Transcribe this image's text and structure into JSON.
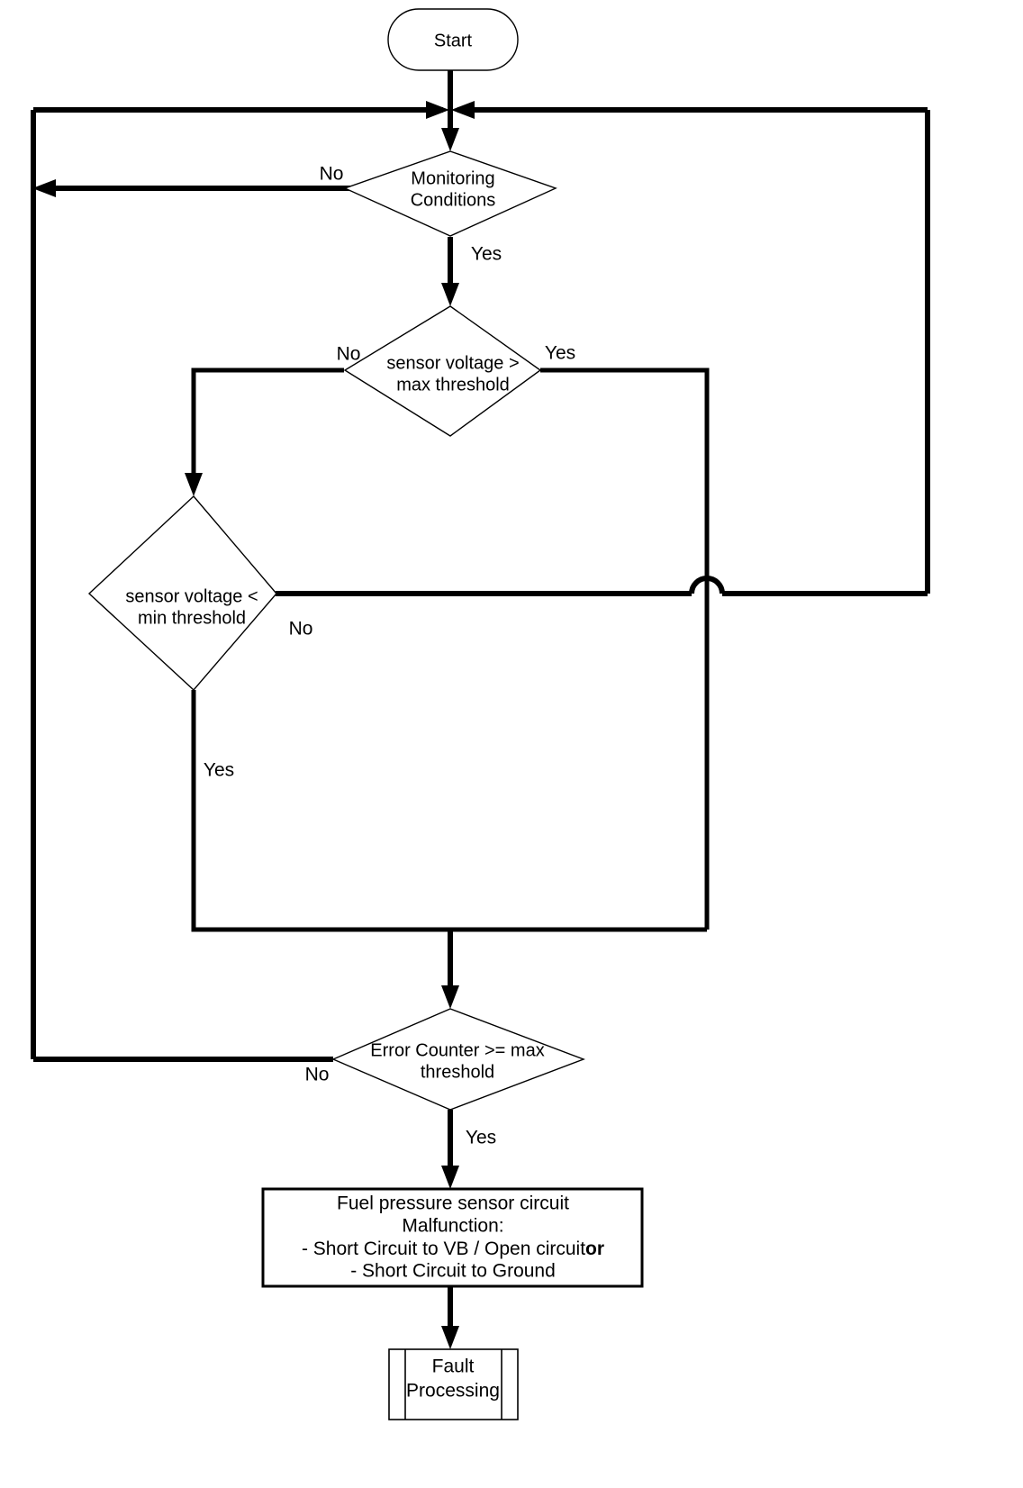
{
  "chart_data": {
    "type": "diagram",
    "diagram_type": "flowchart",
    "title": "Fuel pressure sensor circuit monitoring flowchart",
    "nodes": [
      {
        "id": "start",
        "shape": "terminator",
        "label": "Start"
      },
      {
        "id": "monitoring",
        "shape": "decision",
        "label_line1": "Monitoring",
        "label_line2": "Conditions"
      },
      {
        "id": "volt_max",
        "shape": "decision",
        "label_line1": "sensor voltage >",
        "label_line2": "max threshold"
      },
      {
        "id": "volt_min",
        "shape": "decision",
        "label_line1": "sensor voltage <",
        "label_line2": "min threshold"
      },
      {
        "id": "err_counter",
        "shape": "decision",
        "label_line1": "Error Counter >= max",
        "label_line2": "threshold"
      },
      {
        "id": "malfunction",
        "shape": "process",
        "label_line1": "Fuel pressure sensor circuit",
        "label_line2": "Malfunction:",
        "label_line3a": "- Short Circuit to VB / Open circuit",
        "label_line3b": "or",
        "label_line4": "- Short Circuit to Ground"
      },
      {
        "id": "fault_proc",
        "shape": "predefined-process",
        "label_line1": "Fault",
        "label_line2": "Processing"
      }
    ],
    "edges": [
      {
        "from": "start",
        "to": "monitoring",
        "label": ""
      },
      {
        "from": "monitoring",
        "to": "loop_top",
        "label": "No"
      },
      {
        "from": "monitoring",
        "to": "volt_max",
        "label": "Yes"
      },
      {
        "from": "volt_max",
        "to": "volt_min",
        "label": "No"
      },
      {
        "from": "volt_max",
        "to": "merge",
        "label": "Yes"
      },
      {
        "from": "volt_min",
        "to": "loop_right",
        "label": "No"
      },
      {
        "from": "volt_min",
        "to": "merge",
        "label": "Yes"
      },
      {
        "from": "merge",
        "to": "err_counter",
        "label": ""
      },
      {
        "from": "err_counter",
        "to": "loop_left",
        "label": "No"
      },
      {
        "from": "err_counter",
        "to": "malfunction",
        "label": "Yes"
      },
      {
        "from": "malfunction",
        "to": "fault_proc",
        "label": ""
      }
    ],
    "edge_labels": [
      "No",
      "Yes",
      "No",
      "Yes",
      "No",
      "Yes",
      "No",
      "Yes"
    ],
    "colors": {
      "stroke": "#000000",
      "fill": "#ffffff",
      "text": "#000000"
    }
  },
  "nodes": {
    "start": {
      "label": "Start"
    },
    "monitoring": {
      "line1": "Monitoring",
      "line2": "Conditions"
    },
    "volt_max": {
      "line1": "sensor voltage >",
      "line2": "max threshold"
    },
    "volt_min": {
      "line1": "sensor voltage <",
      "line2": "min threshold"
    },
    "err_counter": {
      "line1": "Error Counter >= max",
      "line2": "threshold"
    },
    "malfunction": {
      "line1": "Fuel pressure sensor circuit",
      "line2": "Malfunction:",
      "line3a": "- Short Circuit to VB / Open circuit",
      "line3b": "or",
      "line4": "- Short Circuit to Ground"
    },
    "fault_proc": {
      "line1": "Fault",
      "line2": "Processing"
    }
  },
  "labels": {
    "monitoring_no": "No",
    "monitoring_yes": "Yes",
    "vmax_no": "No",
    "vmax_yes": "Yes",
    "vmin_no": "No",
    "vmin_yes": "Yes",
    "err_no": "No",
    "err_yes": "Yes"
  }
}
